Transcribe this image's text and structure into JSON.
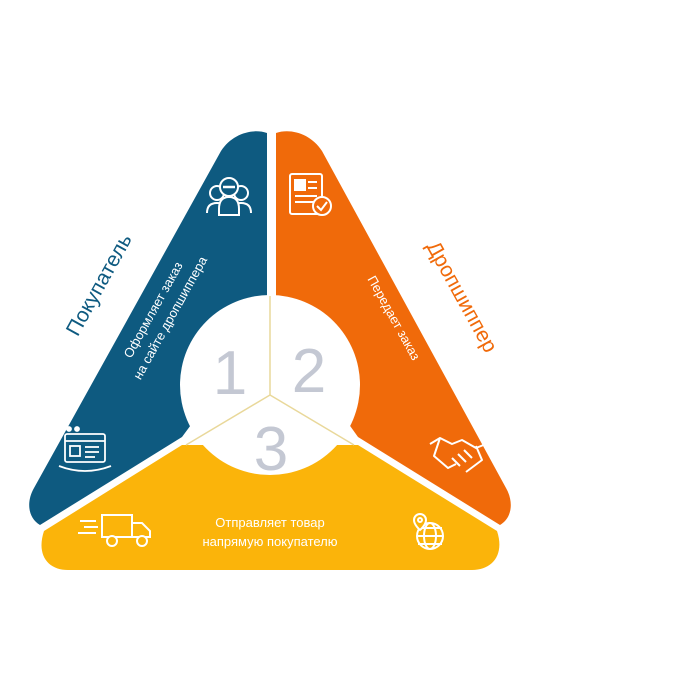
{
  "colors": {
    "buyer": "#0e5a80",
    "dropshipper": "#f06a0a",
    "delivery": "#fbb40a",
    "center": "#ffffff",
    "number": "#c4c8d3"
  },
  "segments": {
    "buyer": {
      "number": "1",
      "role_label": "Покупатель",
      "action_line1": "Оформляет заказ",
      "action_line2": "на сайте дропшиппера",
      "icons": [
        "people-group-icon",
        "online-store-icon"
      ]
    },
    "dropshipper": {
      "number": "2",
      "role_label": "Дропшиппер",
      "action_line1": "Передает заказ",
      "icons": [
        "order-document-check-icon",
        "handshake-icon"
      ]
    },
    "delivery": {
      "number": "3",
      "action_line1": "Отправляет товар",
      "action_line2": "напрямую покупателю",
      "icons": [
        "delivery-truck-icon",
        "globe-location-icon"
      ]
    }
  }
}
